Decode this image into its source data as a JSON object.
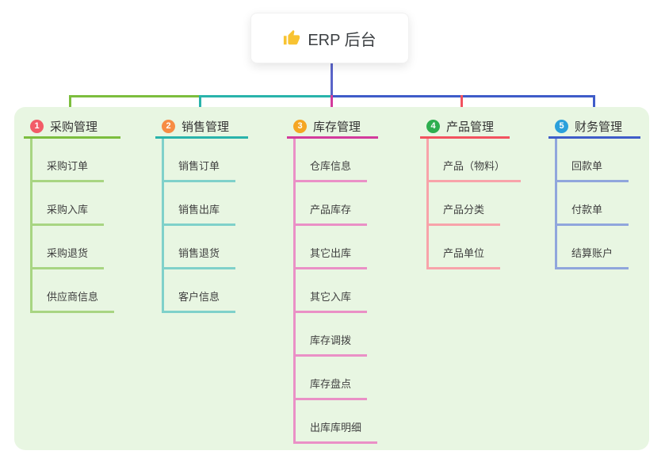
{
  "root": {
    "title": "ERP 后台",
    "icon": "thumbs-up-icon"
  },
  "connector": {
    "root_line_color": "#5a64c9"
  },
  "branches": [
    {
      "index": "1",
      "label": "采购管理",
      "badge_color": "#f25c68",
      "line_color": "#7cbe3e",
      "child_line_color": "#a8d582",
      "children": [
        "采购订单",
        "采购入库",
        "采购退货",
        "供应商信息"
      ]
    },
    {
      "index": "2",
      "label": "销售管理",
      "badge_color": "#f78c44",
      "line_color": "#29b3ab",
      "child_line_color": "#7fd1ca",
      "children": [
        "销售订单",
        "销售出库",
        "销售退货",
        "客户信息"
      ]
    },
    {
      "index": "3",
      "label": "库存管理",
      "badge_color": "#f5a623",
      "line_color": "#d33b9c",
      "child_line_color": "#ea90c6",
      "children": [
        "仓库信息",
        "产品库存",
        "其它出库",
        "其它入库",
        "库存调拨",
        "库存盘点",
        "出库库明细"
      ]
    },
    {
      "index": "4",
      "label": "产品管理",
      "badge_color": "#2eae4f",
      "line_color": "#f2525f",
      "child_line_color": "#f8a3aa",
      "children": [
        "产品（物料）",
        "产品分类",
        "产品单位"
      ]
    },
    {
      "index": "5",
      "label": "财务管理",
      "badge_color": "#2ba0db",
      "line_color": "#3f5cc9",
      "child_line_color": "#90a6dc",
      "children": [
        "回款单",
        "付款单",
        "结算账户"
      ]
    }
  ]
}
